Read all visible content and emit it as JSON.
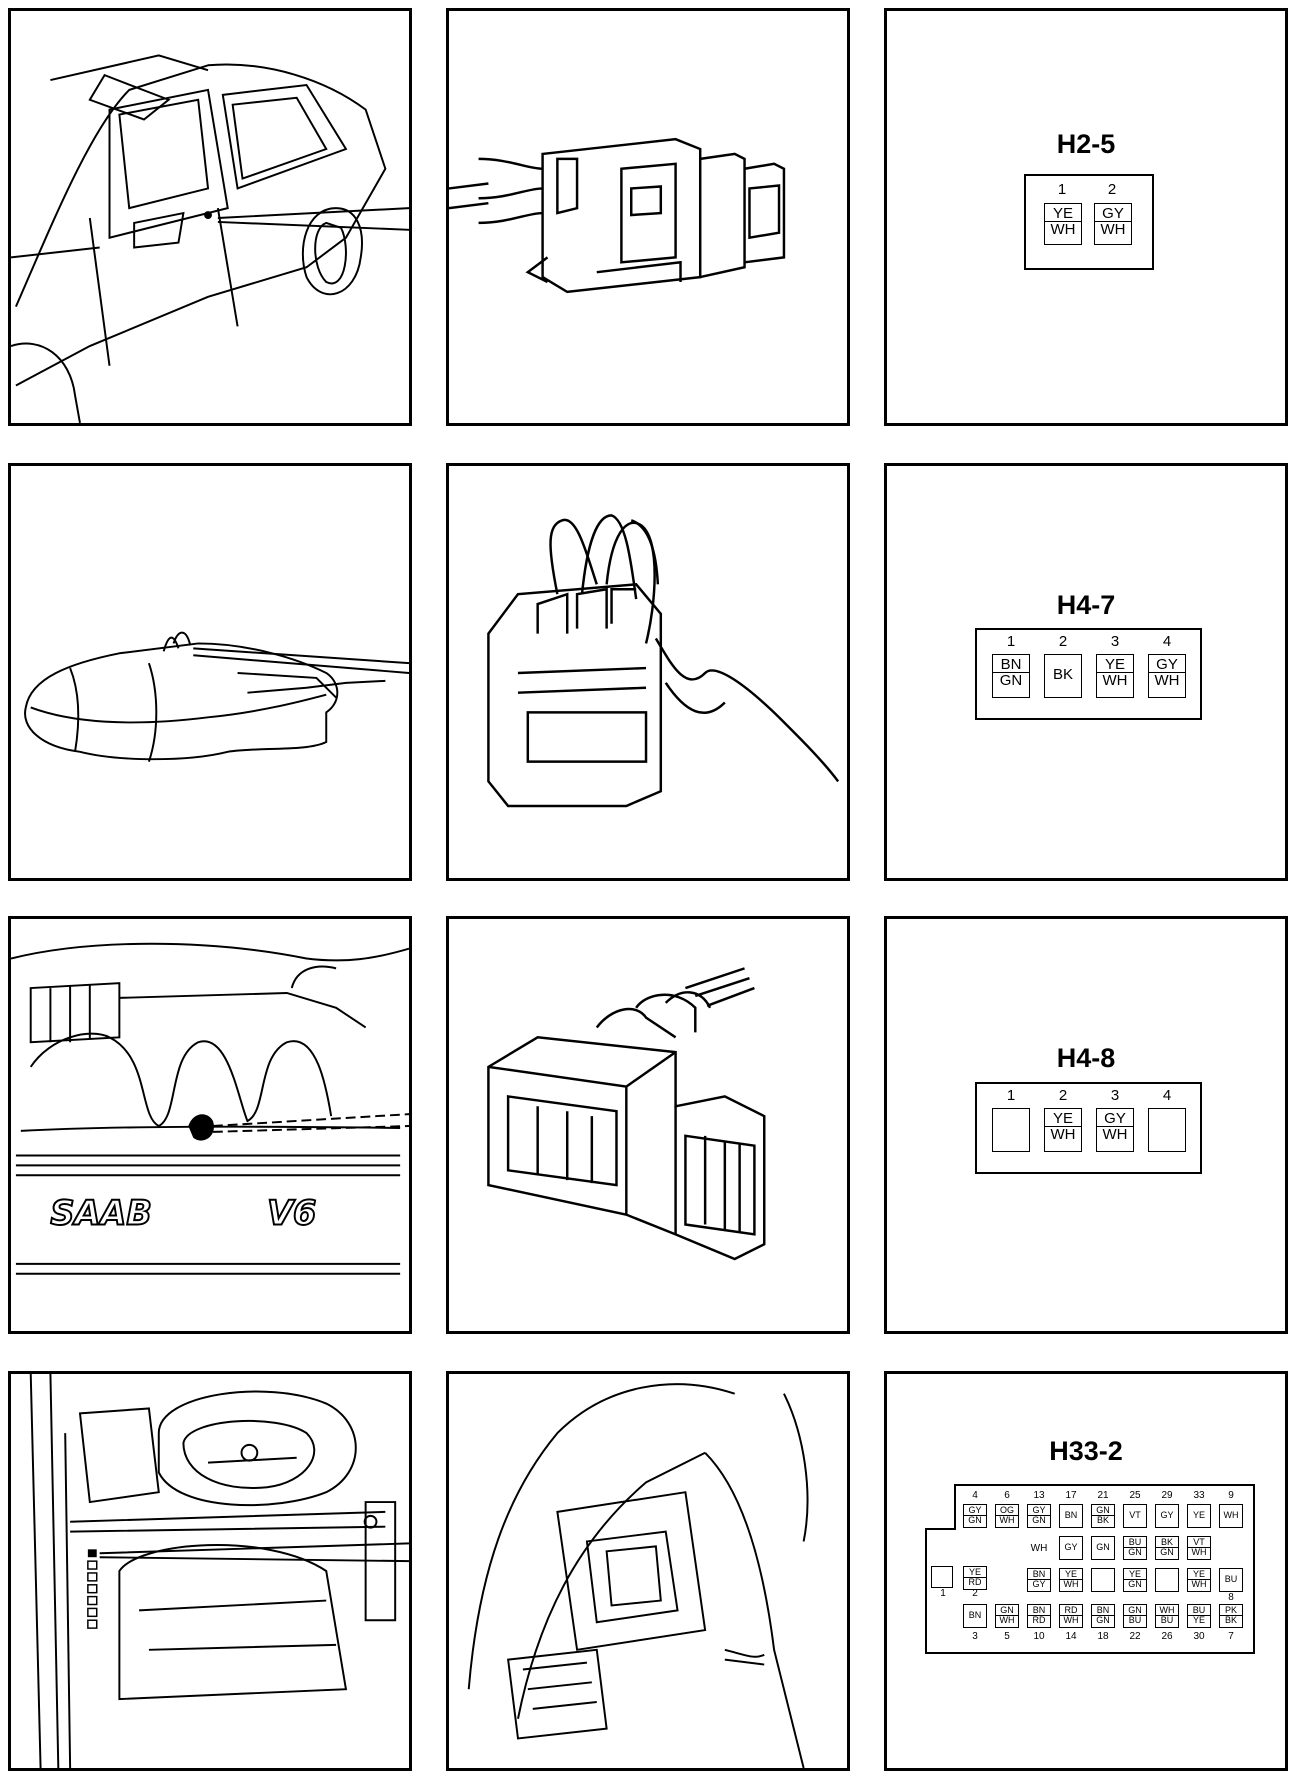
{
  "connectors": [
    {
      "id": "H2-5",
      "pins": [
        {
          "num": "1",
          "colors": [
            "YE",
            "WH"
          ]
        },
        {
          "num": "2",
          "colors": [
            "GY",
            "WH"
          ]
        }
      ]
    },
    {
      "id": "H4-7",
      "pins": [
        {
          "num": "1",
          "colors": [
            "BN",
            "GN"
          ]
        },
        {
          "num": "2",
          "colors": [
            "BK"
          ]
        },
        {
          "num": "3",
          "colors": [
            "YE",
            "WH"
          ]
        },
        {
          "num": "4",
          "colors": [
            "GY",
            "WH"
          ]
        }
      ]
    },
    {
      "id": "H4-8",
      "pins": [
        {
          "num": "1",
          "colors": []
        },
        {
          "num": "2",
          "colors": [
            "YE",
            "WH"
          ]
        },
        {
          "num": "3",
          "colors": [
            "GY",
            "WH"
          ]
        },
        {
          "num": "4",
          "colors": []
        }
      ]
    },
    {
      "id": "H33-2",
      "top_numbers": [
        "4",
        "6",
        "13",
        "17",
        "21",
        "25",
        "29",
        "33",
        "9"
      ],
      "row1": [
        [
          "GY",
          "GN"
        ],
        [
          "OG",
          "WH"
        ],
        [
          "GY",
          "GN"
        ],
        [
          "BN"
        ],
        [
          "GN",
          "BK"
        ],
        [
          "VT"
        ],
        [
          "GY"
        ],
        [
          "YE"
        ],
        [
          "WH"
        ]
      ],
      "row2_label": "WH",
      "row2": [
        [
          "GY"
        ],
        [
          "GN"
        ],
        [
          "BU",
          "GN"
        ],
        [
          "BK",
          "GN"
        ],
        [
          "VT",
          "WH"
        ]
      ],
      "row3_left": [
        "YE",
        "RD"
      ],
      "row3": [
        [
          "BN",
          "GY"
        ],
        [
          "YE",
          "WH"
        ],
        [],
        [
          "YE",
          "GN"
        ],
        [],
        [
          "YE",
          "WH"
        ],
        [
          "BU"
        ]
      ],
      "row4": [
        [
          "BN"
        ],
        [
          "GN",
          "WH"
        ],
        [
          "BN",
          "RD"
        ],
        [
          "RD",
          "WH"
        ],
        [
          "BN",
          "GN"
        ],
        [
          "GN",
          "BU"
        ],
        [
          "WH",
          "BU"
        ],
        [
          "BU",
          "YE"
        ],
        [
          "PK",
          "BK"
        ]
      ],
      "side_numbers": [
        "1",
        "2",
        "8"
      ],
      "bottom_numbers": [
        "3",
        "5",
        "10",
        "14",
        "18",
        "22",
        "26",
        "30",
        "7"
      ]
    }
  ],
  "engine_logo": {
    "make": "SAAB",
    "model": "V6"
  }
}
